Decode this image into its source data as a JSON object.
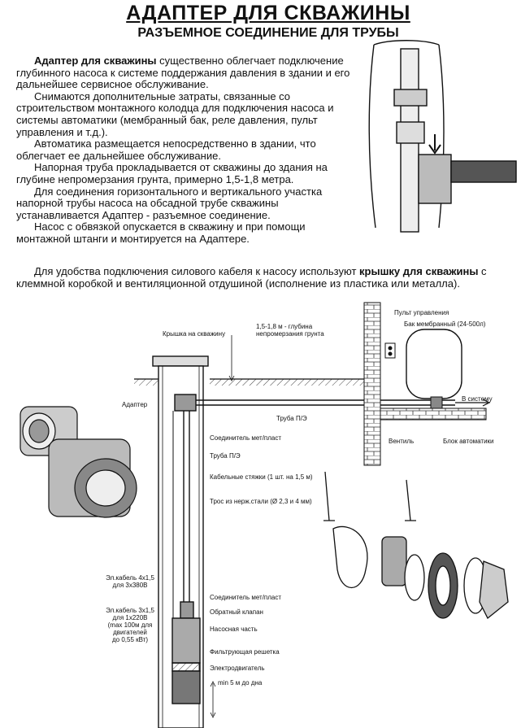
{
  "title": "АДАПТЕР ДЛЯ СКВАЖИНЫ",
  "subtitle": "РАЗЪЕМНОЕ СОЕДИНЕНИЕ ДЛЯ ТРУБЫ",
  "intro": {
    "p1_bold": "Адаптер для скважины",
    "p1_rest": " существенно облегчает подключение глубинного насоса к системе поддержания давления в здании и его дальнейшее сервисное обслуживание.",
    "p2": "Снимаются дополнительные затраты, связанные со строительством монтажного колодца для подключения насоса и системы автоматики (мембранный бак, реле давления, пульт управления и т.д.).",
    "p3": "Автоматика размещается непосредственно в здании, что облегчает ее дальнейшее обслуживание.",
    "p4": "Напорная труба прокладывается от скважины до здания на глубине непромерзания грунта, примерно 1,5-1,8 метра.",
    "p5": "Для соединения горизонтального и вертикального участка напорной трубы насоса на обсадной трубе скважины устанавливается Адаптер - разъемное соединение.",
    "p6": "Насос с обвязкой опускается в скважину и при помощи монтажной штанги и монтируется на Адаптере."
  },
  "note": {
    "pre": "Для удобства подключения силового кабеля к насосу используют ",
    "bold": "крышку для скважины",
    "post": " с клеммной коробкой и вентиляционной отдушиной (исполнение из пластика или металла)."
  },
  "labels": {
    "cover": "Крышка на скважину",
    "depth_1": "1,5-1,8 м - глубина",
    "depth_2": "непромерзания грунта",
    "control_panel": "Пульт управления",
    "tank": "Бак мембранный (24-500л)",
    "to_system": "В систему",
    "adapter": "Адаптер",
    "pipe_pe_top": "Труба П/Э",
    "valve": "Вентиль",
    "automation": "Блок автоматики",
    "connector_top": "Соединитель мет/пласт",
    "pipe_pe": "Труба П/Э",
    "cable_ties": "Кабельные стяжки (1 шт. на 1,5 м)",
    "rope": "Трос из нерж.стали (Ø 2,3 и 4 мм)",
    "cable_3ph_1": "Эл.кабель 4х1,5",
    "cable_3ph_2": "для 3х380В",
    "cable_1ph_1": "Эл.кабель 3х1,5",
    "cable_1ph_2": "для 1х220В",
    "cable_1ph_3": "(max 100м для",
    "cable_1ph_4": "двигателей",
    "cable_1ph_5": "до 0,55 кВт)",
    "connector_bottom": "Соединитель мет/пласт",
    "check_valve": "Обратный клапан",
    "pump_part": "Насосная часть",
    "filter": "Фильтрующая решетка",
    "motor": "Электродвигатель",
    "min_depth": "min 5 м до дна"
  }
}
